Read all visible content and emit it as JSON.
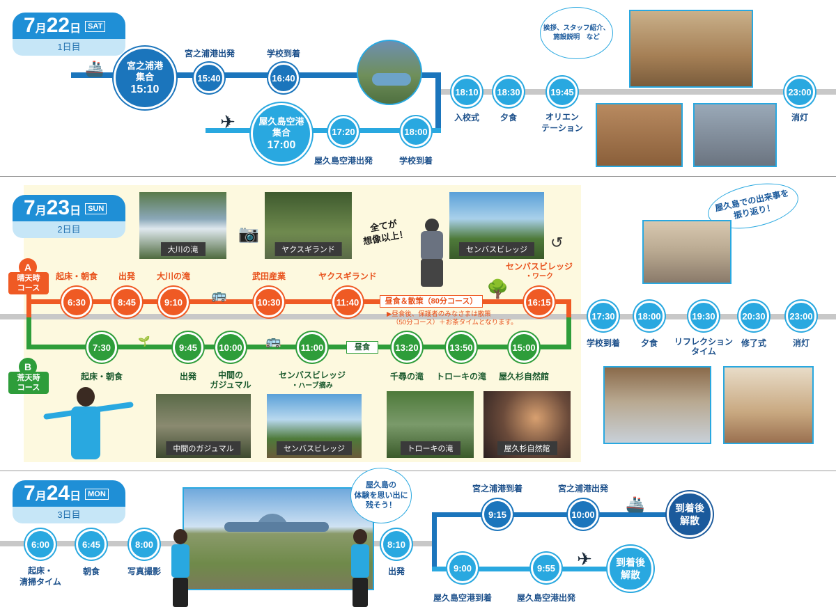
{
  "day1": {
    "date_num": "7",
    "month_suffix": "月",
    "day_num": "22",
    "day_suffix": "日",
    "dow": "SAT",
    "subtitle": "1日目",
    "main_circle": {
      "place": "宮之浦港",
      "sub": "集合",
      "time": "15:10"
    },
    "air_circle": {
      "place": "屋久島空港",
      "sub": "集合",
      "time": "17:00"
    },
    "top_events": [
      {
        "time": "15:40",
        "label": "宮之浦港出発"
      },
      {
        "time": "16:40",
        "label": "学校到着"
      }
    ],
    "bottom_events": [
      {
        "time": "17:20",
        "label": "屋久島空港出発"
      },
      {
        "time": "18:00",
        "label": "学校到着"
      }
    ],
    "right_events": [
      {
        "time": "18:10",
        "label": "入校式"
      },
      {
        "time": "18:30",
        "label": "夕食"
      },
      {
        "time": "19:45",
        "label1": "オリエン",
        "label2": "テーション"
      },
      {
        "time": "23:00",
        "label": "消灯"
      }
    ],
    "bubble": {
      "line1": "挨拶、スタッフ紹介、",
      "line2": "施設説明　など"
    }
  },
  "day2": {
    "date_num": "7",
    "month_suffix": "月",
    "day_num": "23",
    "day_suffix": "日",
    "dow": "SUN",
    "subtitle": "2日目",
    "route_a": {
      "letter": "A",
      "line1": "晴天時",
      "line2": "コース"
    },
    "route_b": {
      "letter": "B",
      "line1": "荒天時",
      "line2": "コース"
    },
    "a_events": [
      {
        "time": "6:30",
        "label": "起床・朝食"
      },
      {
        "time": "8:45",
        "label": "出発"
      },
      {
        "time": "9:10",
        "label": "大川の滝"
      },
      {
        "time": "10:30",
        "label": "武田産業"
      },
      {
        "time": "11:40",
        "label": "ヤクスギランド"
      },
      {
        "time": "16:15",
        "label1": "センバスビレッジ",
        "label2": "・ワーク"
      }
    ],
    "lunch_box": "昼食＆散策（80分コース）",
    "lunch_note1": "▶昼食後、保護者のみなさまは散策",
    "lunch_note2": "（50分コース）＋お茶タイムとなります。",
    "b_events": [
      {
        "time": "7:30",
        "label": "起床・朝食"
      },
      {
        "time": "9:45",
        "label": "出発"
      },
      {
        "time": "10:00",
        "label1": "中間の",
        "label2": "ガジュマル"
      },
      {
        "time": "11:00",
        "label1": "センバスビレッジ",
        "label2": "・ハーブ摘み"
      },
      {
        "time": "13:20",
        "label": "千尋の滝"
      },
      {
        "time": "13:50",
        "label": "トローキの滝"
      },
      {
        "time": "15:00",
        "label": "屋久杉自然館"
      }
    ],
    "b_lunch": "昼食",
    "right_events": [
      {
        "time": "17:30",
        "label": "学校到着"
      },
      {
        "time": "18:00",
        "label": "夕食"
      },
      {
        "time": "19:30",
        "label1": "リフレクション",
        "label2": "タイム"
      },
      {
        "time": "20:30",
        "label": "修了式"
      },
      {
        "time": "23:00",
        "label": "消灯"
      }
    ],
    "jump_text1": "全てが",
    "jump_text2": "想像以上！",
    "bubble": {
      "line1": "屋久島での出来事を",
      "line2": "振り返り！"
    },
    "photos_top": [
      "大川の滝",
      "ヤクスギランド",
      "センバスビレッジ"
    ],
    "photos_bottom": [
      "中間のガジュマル",
      "センバスビレッジ",
      "トローキの滝",
      "屋久杉自然館"
    ]
  },
  "day3": {
    "date_num": "7",
    "month_suffix": "月",
    "day_num": "24",
    "day_suffix": "日",
    "dow": "MON",
    "subtitle": "3日目",
    "events": [
      {
        "time": "6:00",
        "label1": "起床・",
        "label2": "清掃タイム"
      },
      {
        "time": "6:45",
        "label": "朝食"
      },
      {
        "time": "8:00",
        "label": "写真撮影"
      },
      {
        "time": "8:10",
        "label": "出発"
      }
    ],
    "ferry_events": [
      {
        "time": "9:15",
        "label": "宮之浦港到着"
      },
      {
        "time": "10:00",
        "label": "宮之浦港出発"
      }
    ],
    "air_events": [
      {
        "time": "9:00",
        "label": "屋久島空港到着"
      },
      {
        "time": "9:55",
        "label": "屋久島空港出発"
      }
    ],
    "end1": {
      "line1": "到着後",
      "line2": "解散"
    },
    "end2": {
      "line1": "到着後",
      "line2": "解散"
    },
    "bubble": {
      "line1": "屋久島の",
      "line2": "体験を思い出に",
      "line3": "残そう！"
    }
  }
}
